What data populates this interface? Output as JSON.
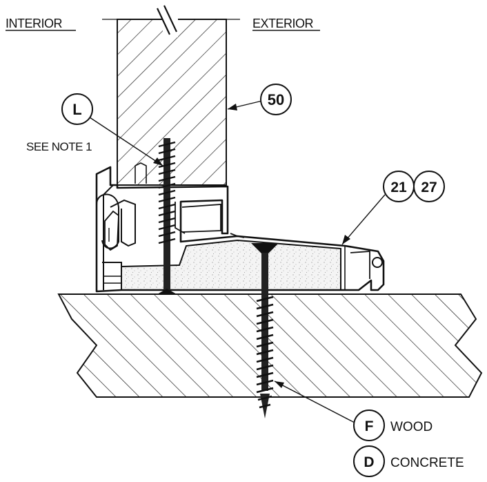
{
  "labels": {
    "interior": "INTERIOR",
    "exterior": "EXTERIOR",
    "see_note": "SEE NOTE 1"
  },
  "callouts": {
    "door_panel": "50",
    "screw_l": "L",
    "sill_a": "21",
    "sill_b": "27",
    "fastener_f": "F",
    "fastener_d": "D"
  },
  "legend": {
    "f_text": "WOOD",
    "d_text": "CONCRETE"
  },
  "colors": {
    "line": "#111111",
    "hatch": "#222222",
    "foam": "#f2f2f2"
  }
}
